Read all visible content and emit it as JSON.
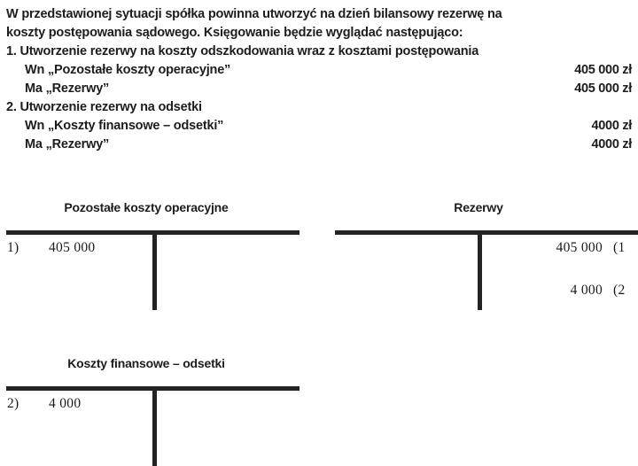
{
  "document": {
    "narrative": [
      "W przedstawionej sytuacji spółka powinna utworzyć na dzień bilansowy rezerwę na",
      "koszty postępowania sądowego. Księgowanie będzie wyglądać następująco:"
    ],
    "entries": [
      {
        "heading": "1. Utworzenie rezerwy na koszty odszkodowania wraz z kosztami postępowania",
        "rows": [
          {
            "side": "Wn „Pozostałe koszty operacyjne”",
            "amount": "405 000 zł"
          },
          {
            "side": "Ma „Rezerwy”",
            "amount": "405 000 zł"
          }
        ]
      },
      {
        "heading": "2. Utworzenie rezerwy na odsetki",
        "rows": [
          {
            "side": "Wn „Koszty finansowe – odsetki”",
            "amount": "4000 zł"
          },
          {
            "side": "Ma „Rezerwy”",
            "amount": "4000 zł"
          }
        ]
      }
    ]
  },
  "t_accounts": [
    {
      "id": "pozostale-koszty-operacyjne",
      "title": "Pozostałe koszty operacyjne",
      "debit": [
        {
          "ref": "1)",
          "value": "405 000"
        }
      ],
      "credit": []
    },
    {
      "id": "rezerwy",
      "title": "Rezerwy",
      "debit": [],
      "credit": [
        {
          "value": "405 000",
          "ref": "(1"
        },
        {
          "value": "4 000",
          "ref": "(2"
        }
      ]
    },
    {
      "id": "koszty-finansowe-odsetki",
      "title": "Koszty finansowe – odsetki",
      "debit": [
        {
          "ref": "2)",
          "value": "4 000"
        }
      ],
      "credit": []
    }
  ],
  "colors": {
    "ink": "#1d1d1d",
    "rule": "#232323",
    "page": "#ffffff"
  }
}
